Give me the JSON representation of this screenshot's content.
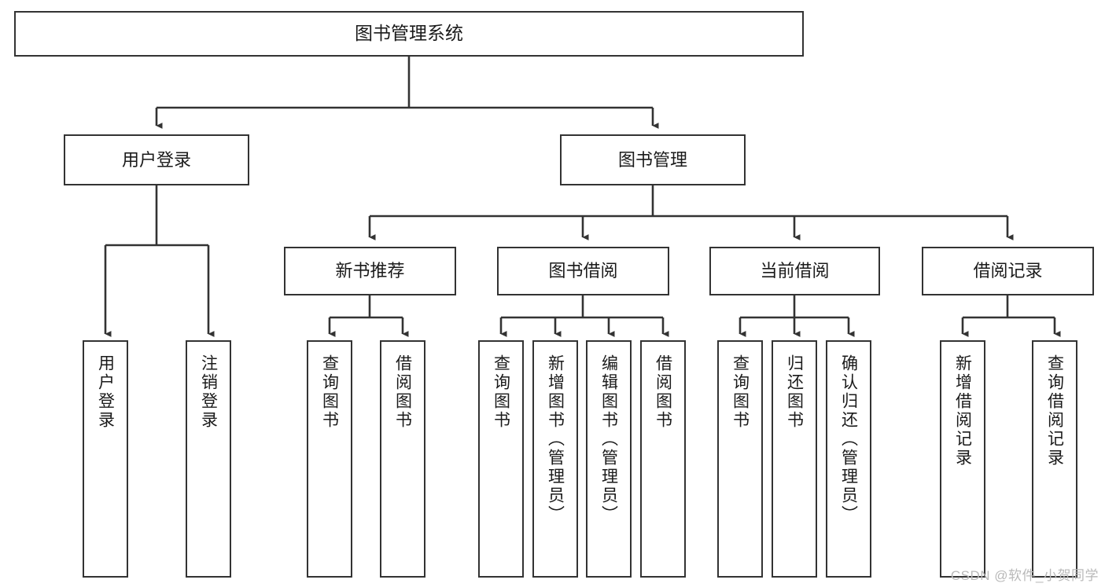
{
  "diagram": {
    "title": "图书管理系统",
    "type": "tree",
    "orientation": "top-down",
    "line_color": "#333333",
    "box_fill": "#ffffff",
    "text_color": "#1a1a1a",
    "root": {
      "label": "图书管理系统"
    },
    "level2": [
      {
        "label": "用户登录"
      },
      {
        "label": "图书管理"
      }
    ],
    "level3": [
      {
        "label": "新书推荐"
      },
      {
        "label": "图书借阅"
      },
      {
        "label": "当前借阅"
      },
      {
        "label": "借阅记录"
      }
    ],
    "leaves": {
      "user_login": [
        {
          "label": "用户登录"
        },
        {
          "label": "注销登录"
        }
      ],
      "new_book": [
        {
          "label": "查询图书"
        },
        {
          "label": "借阅图书"
        }
      ],
      "book_borrow": [
        {
          "label": "查询图书"
        },
        {
          "label": "新增图书（管理员）"
        },
        {
          "label": "编辑图书（管理员）"
        },
        {
          "label": "借阅图书"
        }
      ],
      "current_borrow": [
        {
          "label": "查询图书"
        },
        {
          "label": "归还图书"
        },
        {
          "label": "确认归还（管理员）"
        }
      ],
      "borrow_record": [
        {
          "label": "新增借阅记录"
        },
        {
          "label": "查询借阅记录"
        }
      ]
    }
  },
  "watermark": {
    "text": "CSDN @软件_小贺同学"
  }
}
